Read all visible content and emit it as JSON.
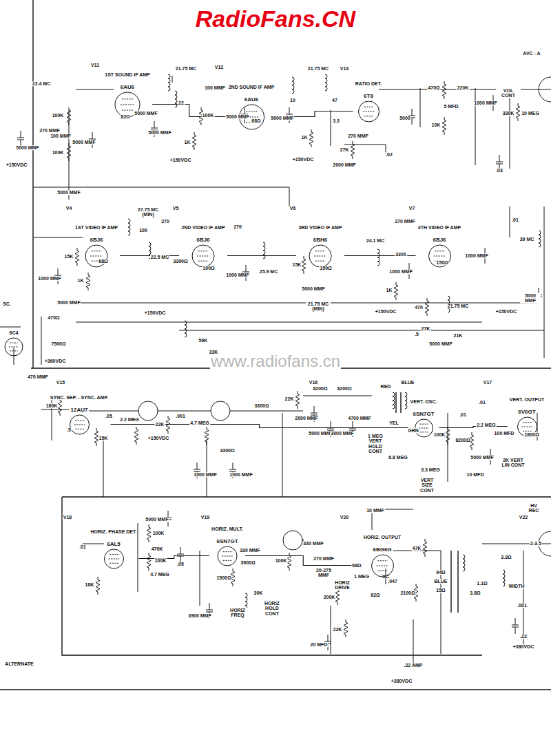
{
  "diagram": {
    "nodes": [
      {
        "text": [
          "1ST SOUND IF AMP",
          "6AU6"
        ]
      },
      {
        "text": [
          "2ND SOUND IF AMP",
          "6AU6"
        ]
      },
      {
        "text": [
          "RATIO DET.",
          "6T8"
        ]
      },
      {
        "text": [
          "1ST VIDEO IF AMP",
          "6BJ6"
        ]
      },
      {
        "text": [
          "2ND VIDEO IF AMP",
          "6BJ6"
        ]
      },
      {
        "text": [
          "3RD VIDEO IF AMP",
          "6BH6"
        ]
      },
      {
        "text": [
          "4TH VIDEO IF AMP",
          "6BJ6"
        ]
      },
      {
        "text": [
          "SYNC. SEP. - SYNC. AMP.",
          "12AU7"
        ]
      },
      {
        "text": [
          "VERT. OSC.",
          "6SN7GT"
        ]
      },
      {
        "text": [
          "VERT. OUTPUT",
          "6V6GT"
        ]
      },
      {
        "text": [
          "HORIZ. PHASE DET.",
          "6AL5"
        ]
      },
      {
        "text": [
          "HORIZ. MULT.",
          "6SN7GT"
        ]
      },
      {
        "text": [
          "HORIZ. OUTPUT",
          "6BG6G"
        ]
      },
      {
        "text": [
          "6C4"
        ]
      }
    ],
    "edges": [
      {
        "from": 0,
        "to": 1,
        "arrow": "none"
      },
      {
        "from": 1,
        "to": 2,
        "arrow": "none"
      },
      {
        "from": 3,
        "to": 4,
        "arrow": "none"
      },
      {
        "from": 4,
        "to": 5,
        "arrow": "none"
      },
      {
        "from": 5,
        "to": 6,
        "arrow": "none"
      },
      {
        "from": 7,
        "to": 8,
        "arrow": "none"
      },
      {
        "from": 8,
        "to": 9,
        "arrow": "none"
      },
      {
        "from": 10,
        "to": 11,
        "arrow": "none"
      },
      {
        "from": 11,
        "to": 12,
        "arrow": "none"
      }
    ],
    "labels": [
      "RadioFans.CN",
      "www.radiofans.cn",
      "V11",
      "V12",
      "V13",
      "21.75 MC",
      "21.75 MC",
      "AVC - A",
      "22.4 MC",
      "270 MMF",
      "5000 MMF",
      "100K",
      "100K",
      "100 MMF",
      "5000 MMF",
      "82Ω",
      "5000 MMF",
      "5000 MMF",
      "22",
      "100 MMF",
      "100K",
      "1K",
      "+150VDC",
      "5000 MMF",
      "68Ω",
      "5000 MMF",
      "10",
      "1K",
      "+150VDC",
      "47",
      "3.3",
      "5000",
      "470Ω",
      "5 MFD",
      "10K",
      "220K",
      "1000 MMF",
      "VOL CONT",
      "330K",
      "10 MEG",
      "270 MMF",
      "27K",
      "2000 MMF",
      ".02",
      ".03",
      "+150VDC",
      "5000 MMF",
      "27.75 MC (MIN)",
      "270",
      "100",
      "22.5 MC",
      "3300Ω",
      "100Ω",
      "1000 MMF",
      "270",
      "25.9 MC",
      "15K",
      "68Ω",
      "1K",
      "1000 MMF",
      "5000 MMF",
      "+150VDC",
      "15K",
      "150Ω",
      "5000 MMF",
      "21.75 MC (MIN)",
      "24.1 MC",
      "270 MMF",
      "3300",
      "1000 MMF",
      "150Ω",
      "1000 MMF",
      "470",
      "21.75 MC",
      "1K",
      "+150VDC",
      "+150VDC",
      "5000 MMF",
      ".01",
      "39 MC",
      "56K",
      "33K",
      "27K",
      "21K",
      "5000 MMF",
      ".5",
      "470Ω",
      "7500Ω",
      "+360VDC",
      "470 MMF",
      "180K",
      ".5",
      "15K",
      ".05",
      "2.2 MEG",
      ".001",
      "22K",
      "4.7 MEG",
      "+150VDC",
      "3300Ω",
      "3300Ω",
      "1000 MMF",
      "1000 MMF",
      "22K",
      "8200Ω",
      "8200Ω",
      "2000 MMF",
      "5000 MMF",
      "3000 MMF",
      "4700 MMF",
      "RED",
      "BLUE",
      "YEL",
      "GRN",
      "1 MEG VERT HOLD CONT",
      "6.8 MEG",
      "100K",
      "3.3 MEG",
      "VERT SIZE CONT",
      "8200Ω",
      "2.2 MEG",
      ".01",
      ".01",
      "100 MFD",
      "1800Ω",
      "5000 MMF",
      "10 MFD",
      "2K VERT LIN CONT",
      ".01",
      "18K",
      "5000 MMF",
      "100K",
      "470K",
      "100K",
      "4.7 MEG",
      ".05",
      "1500Ω",
      "3900 MMF",
      "HORIZ FREQ",
      "30K",
      "HORIZ HOLD CONT",
      "330 MMF",
      "3900Ω",
      "100K",
      "330 MMF",
      "270 MMF",
      "20-275 MMF",
      "HORIZ DRIVE",
      "68Ω",
      "1 MEG",
      "200K",
      "10 MMF",
      ".047",
      "82Ω",
      "2100Ω",
      "47K",
      "22K",
      "20 MFD",
      ".22 AMP",
      "+380VDC",
      "3.3Ω",
      "2-3-5",
      "94Ω",
      "BLUE",
      "15Ω",
      "1.1Ω",
      "3.8Ω",
      "WIDTH",
      ".001",
      ".22",
      "+380VDC",
      "ALTERNATE",
      "V15",
      "V16",
      "V17",
      "V18",
      "V19",
      "V20",
      "V22",
      "V4",
      "V5",
      "V6",
      "V7",
      "HV REC",
      "SC."
    ]
  }
}
